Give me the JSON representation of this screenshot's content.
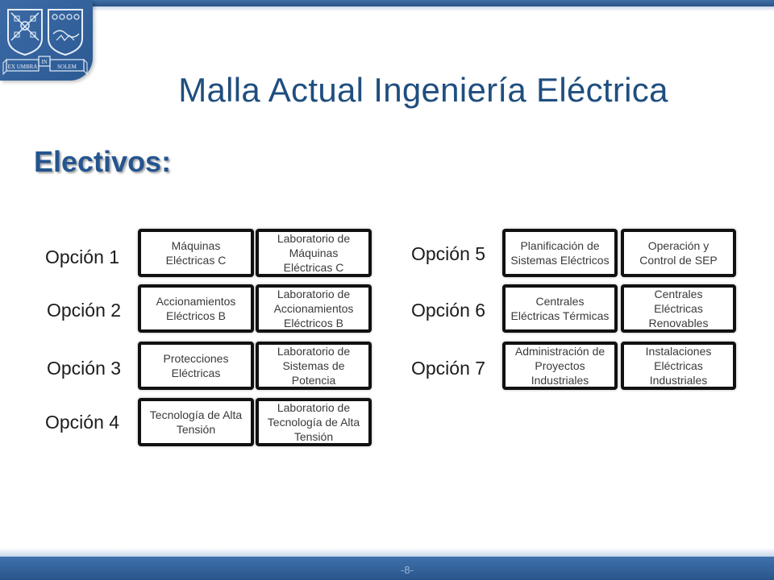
{
  "header": {
    "logo_motto_left": "EX UMBRA",
    "logo_motto_mid": "IN",
    "logo_motto_right": "SOLEM"
  },
  "title": "Malla Actual Ingeniería Eléctrica",
  "subtitle": "Electivos:",
  "options": [
    {
      "label": "Opción 1",
      "course_a": "Máquinas Eléctricas C",
      "course_b": "Laboratorio de Máquinas Eléctricas C"
    },
    {
      "label": "Opción 2",
      "course_a": "Accionamientos Eléctricos B",
      "course_b": "Laboratorio de Accionamientos Eléctricos B"
    },
    {
      "label": "Opción 3",
      "course_a": "Protecciones Eléctricas",
      "course_b": "Laboratorio de Sistemas de Potencia"
    },
    {
      "label": "Opción 4",
      "course_a": "Tecnología de Alta Tensión",
      "course_b": "Laboratorio de Tecnología de Alta Tensión"
    },
    {
      "label": "Opción 5",
      "course_a": "Planificación de Sistemas Eléctricos",
      "course_b": "Operación y Control de SEP"
    },
    {
      "label": "Opción 6",
      "course_a": "Centrales Eléctricas Térmicas",
      "course_b": "Centrales Eléctricas Renovables"
    },
    {
      "label": "Opción 7",
      "course_a": "Administración de Proyectos Industriales",
      "course_b": "Instalaciones Eléctricas Industriales"
    }
  ],
  "footer": {
    "page_number": "-8-"
  },
  "colors": {
    "brand_blue": "#2b5a93",
    "title_blue": "#1f4e7f",
    "box_border": "#111111"
  }
}
